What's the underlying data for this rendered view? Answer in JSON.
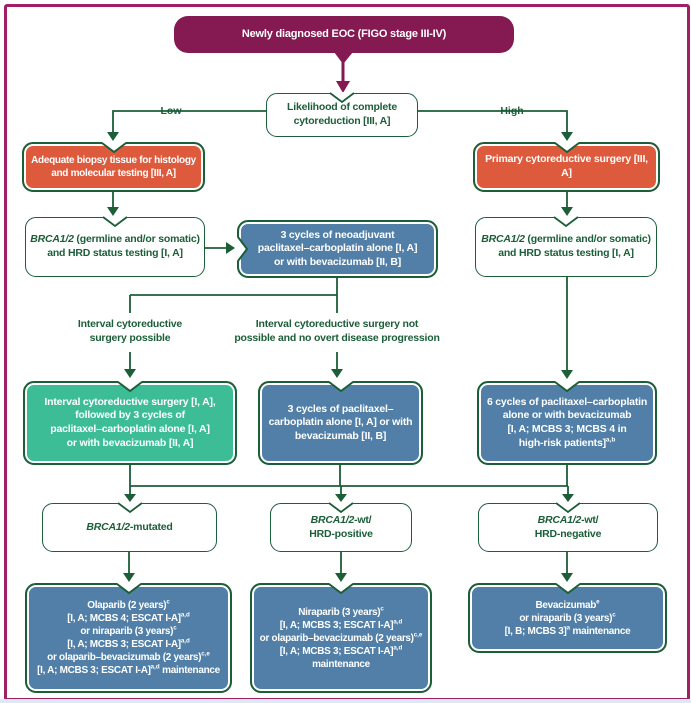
{
  "palette": {
    "frame_border": "#a11f63",
    "title_fill": "#851a52",
    "dark_green": "#1b5e38",
    "orange_fill": "#dd5a3d",
    "blue_fill": "#517fa7",
    "teal_fill": "#3dbd95",
    "bottom_strip": "#dde8f4"
  },
  "title": {
    "text": "Newly diagnosed EOC (FIGO stage III-IV)"
  },
  "labels": {
    "low": "Low",
    "high": "High",
    "ivs_possible": {
      "lines": [
        [
          {
            "t": "Interval cytoreductive"
          }
        ],
        [
          {
            "t": "surgery possible"
          }
        ]
      ]
    },
    "ivs_not_possible": {
      "lines": [
        [
          {
            "t": "Interval cytoreductive surgery not"
          }
        ],
        [
          {
            "t": "possible and no overt disease progression"
          }
        ]
      ]
    }
  },
  "nodes": {
    "likelihood": {
      "lines": [
        [
          {
            "t": "Likelihood of complete"
          }
        ],
        [
          {
            "t": "cytoreduction [III, A]"
          }
        ]
      ]
    },
    "biopsy": {
      "lines": [
        [
          {
            "t": "Adequate biopsy tissue for histology"
          }
        ],
        [
          {
            "t": "and molecular testing [III, A]"
          }
        ]
      ]
    },
    "pcs": {
      "lines": [
        [
          {
            "t": "Primary cytoreductive surgery [III, A]"
          }
        ]
      ]
    },
    "brca_left": {
      "lines": [
        [
          {
            "t": "BRCA1/2",
            "it": true
          },
          {
            "t": " (germline and/or somatic)"
          }
        ],
        [
          {
            "t": "and HRD status testing [I, A]"
          }
        ]
      ]
    },
    "brca_right": {
      "lines": [
        [
          {
            "t": "BRCA1/2",
            "it": true
          },
          {
            "t": " (germline and/or somatic)"
          }
        ],
        [
          {
            "t": "and HRD status testing [I, A]"
          }
        ]
      ]
    },
    "neoadjuvant": {
      "lines": [
        [
          {
            "t": "3 cycles of neoadjuvant"
          }
        ],
        [
          {
            "t": "paclitaxel–carboplatin alone [I, A]"
          }
        ],
        [
          {
            "t": "or with bevacizumab [II, B]"
          }
        ]
      ]
    },
    "interval_surgery": {
      "lines": [
        [
          {
            "t": "Interval cytoreductive surgery [I, A],"
          }
        ],
        [
          {
            "t": "followed by 3 cycles of"
          }
        ],
        [
          {
            "t": "paclitaxel–carboplatin alone [I, A]"
          }
        ],
        [
          {
            "t": "or with bevacizumab [II, A]"
          }
        ]
      ]
    },
    "three_cycles": {
      "lines": [
        [
          {
            "t": "3 cycles of paclitaxel–"
          }
        ],
        [
          {
            "t": "carboplatin alone [I, A] or with"
          }
        ],
        [
          {
            "t": "bevacizumab [II, B]"
          }
        ]
      ]
    },
    "six_cycles": {
      "lines": [
        [
          {
            "t": "6 cycles of paclitaxel–carboplatin"
          }
        ],
        [
          {
            "t": "alone or with bevacizumab"
          }
        ],
        [
          {
            "t": "[I, A; MCBS 3; MCBS 4 in"
          }
        ],
        [
          {
            "t": "high-risk patients]"
          },
          {
            "t": "a,b",
            "sup": true
          }
        ]
      ]
    },
    "hdr_mutated": {
      "lines": [
        [
          {
            "t": "BRCA1/2",
            "it": true
          },
          {
            "t": "-mutated"
          }
        ]
      ]
    },
    "hdr_hrd_positive": {
      "lines": [
        [
          {
            "t": "BRCA1/2",
            "it": true
          },
          {
            "t": "-wt/"
          }
        ],
        [
          {
            "t": "HRD-positive"
          }
        ]
      ]
    },
    "hdr_hrd_negative": {
      "lines": [
        [
          {
            "t": "BRCA1/2",
            "it": true
          },
          {
            "t": "-wt/"
          }
        ],
        [
          {
            "t": "HRD-negative"
          }
        ]
      ]
    },
    "maint_mutated": {
      "lines": [
        [
          {
            "t": "Olaparib (2 years)"
          },
          {
            "t": "c",
            "sup": true
          }
        ],
        [
          {
            "t": "[I, A; MCBS 4; ESCAT I-A]"
          },
          {
            "t": "a,d",
            "sup": true
          }
        ],
        [
          {
            "t": "or niraparib (3 years)"
          },
          {
            "t": "c",
            "sup": true
          }
        ],
        [
          {
            "t": "[I, A; MCBS 3; ESCAT I-A]"
          },
          {
            "t": "a,d",
            "sup": true
          }
        ],
        [
          {
            "t": "or olaparib–bevacizumab (2 years)"
          },
          {
            "t": "c,e",
            "sup": true
          }
        ],
        [
          {
            "t": "[I, A; MCBS 3; ESCAT I-A]"
          },
          {
            "t": "a,d",
            "sup": true
          },
          {
            "t": " maintenance"
          }
        ]
      ]
    },
    "maint_hrd_positive": {
      "lines": [
        [
          {
            "t": "Niraparib (3 years)"
          },
          {
            "t": "c",
            "sup": true
          }
        ],
        [
          {
            "t": "[I, A; MCBS 3; ESCAT I-A]"
          },
          {
            "t": "a,d",
            "sup": true
          }
        ],
        [
          {
            "t": "or olaparib–bevacizumab (2 years)"
          },
          {
            "t": "c,e",
            "sup": true
          }
        ],
        [
          {
            "t": "[I, A; MCBS 3; ESCAT I-A]"
          },
          {
            "t": "a,d",
            "sup": true
          }
        ],
        [
          {
            "t": "maintenance"
          }
        ]
      ]
    },
    "maint_hrd_negative": {
      "lines": [
        [
          {
            "t": "Bevacizumab"
          },
          {
            "t": "e",
            "sup": true
          }
        ],
        [
          {
            "t": "or niraparib (3 years)"
          },
          {
            "t": "c",
            "sup": true
          }
        ],
        [
          {
            "t": "[I, B; MCBS 3]"
          },
          {
            "t": "a",
            "sup": true
          },
          {
            "t": " maintenance"
          }
        ]
      ]
    }
  }
}
